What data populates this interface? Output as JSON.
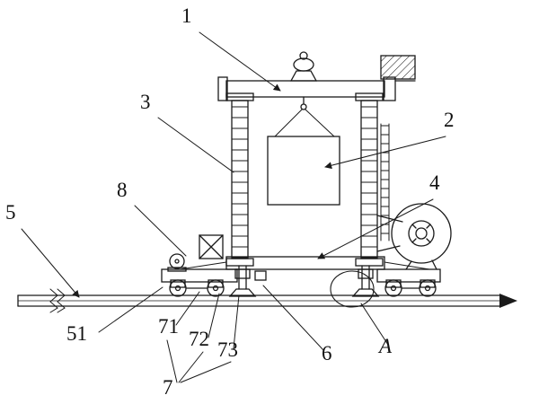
{
  "figure": {
    "background": "#ffffff",
    "line_color": "#1a1a1a",
    "description": "patent-style line drawing of a rail-mounted gantry hoist mechanism",
    "callouts": {
      "c1": "1",
      "c2": "2",
      "c3": "3",
      "c4": "4",
      "c5": "5",
      "c51": "51",
      "c6": "6",
      "c7": "7",
      "c71": "71",
      "c72": "72",
      "c73": "73",
      "c8": "8",
      "cA": "A"
    }
  }
}
